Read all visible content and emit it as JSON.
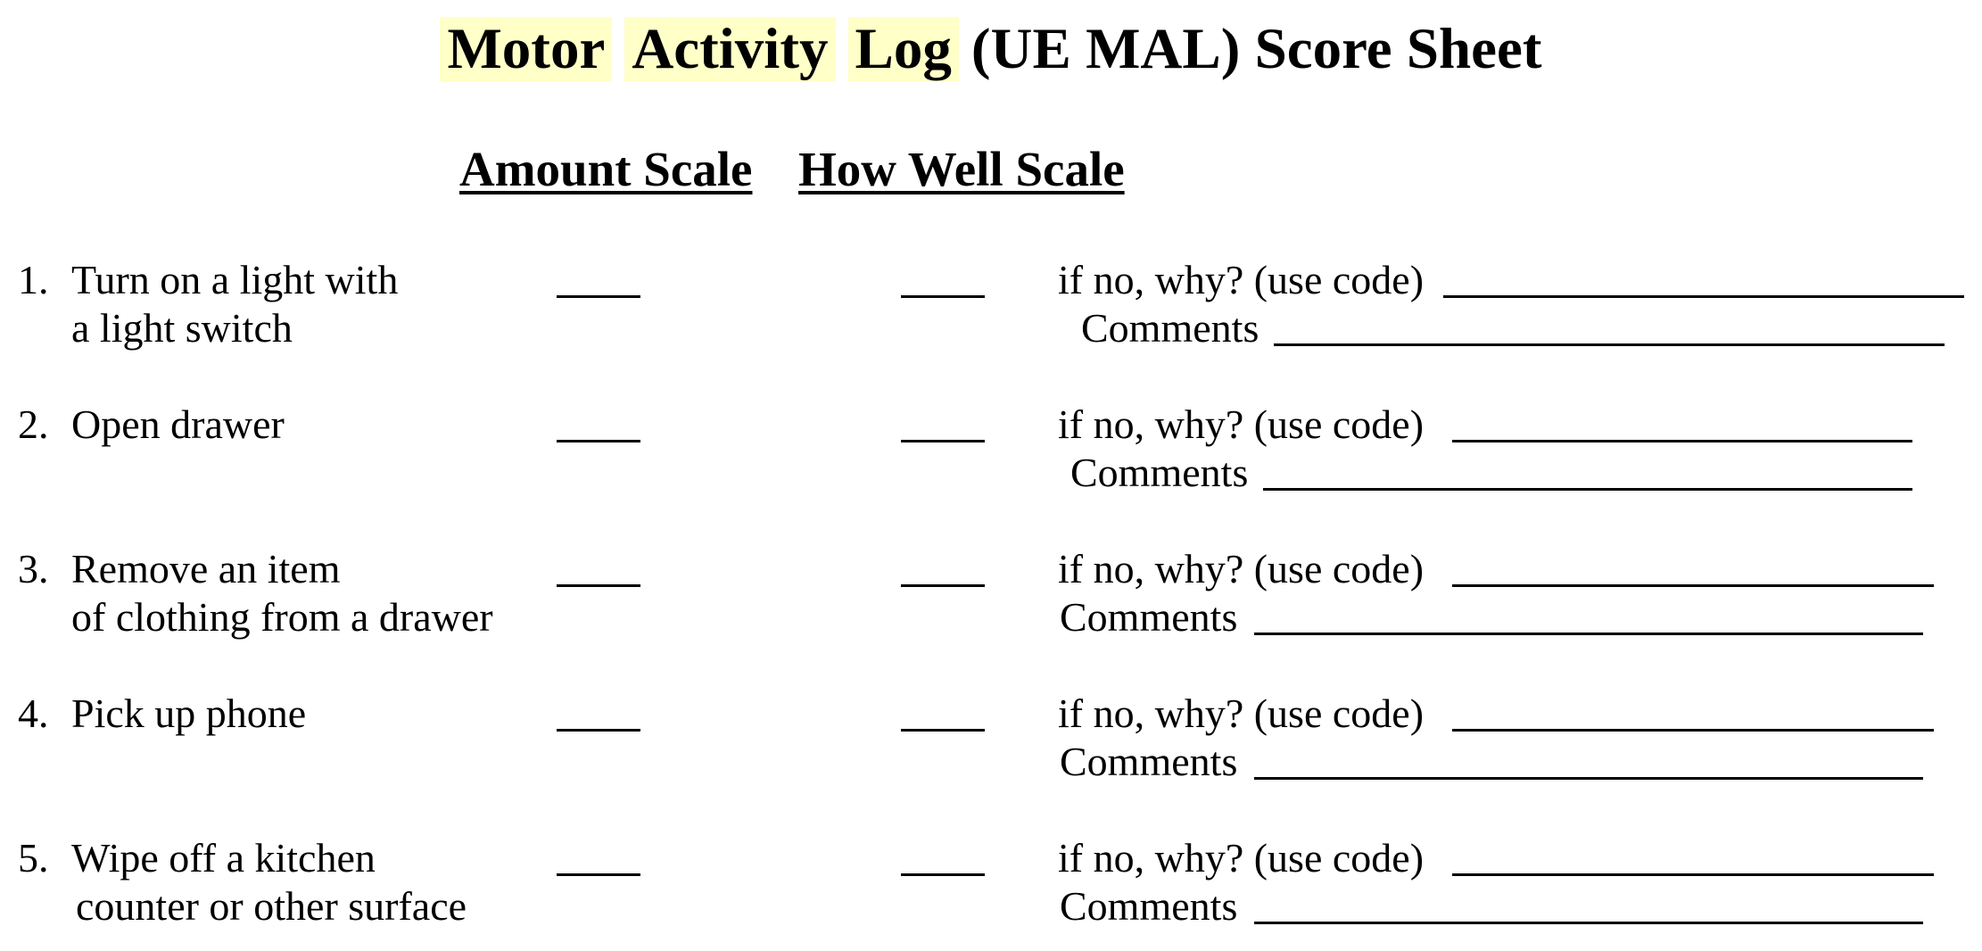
{
  "title": {
    "word1": "Motor",
    "word2": "Activity",
    "word3": "Log",
    "rest": "(UE MAL) Score Sheet",
    "highlight_color": "#ffffc8"
  },
  "scales": {
    "amount": "Amount Scale",
    "how_well": "How Well Scale"
  },
  "items": [
    {
      "number": "1.",
      "line1": "Turn on a light with",
      "line2": "a light switch",
      "why_label": "if no, why? (use code)",
      "comments_label": "Comments"
    },
    {
      "number": "2.",
      "line1": "Open drawer",
      "line2": "",
      "why_label": "if no, why? (use code)",
      "comments_label": "Comments"
    },
    {
      "number": "3.",
      "line1": "Remove an item",
      "line2": "of clothing from a drawer",
      "why_label": "if no, why? (use code)",
      "comments_label": "Comments"
    },
    {
      "number": "4.",
      "line1": "Pick up phone",
      "line2": "",
      "why_label": "if no, why? (use code)",
      "comments_label": "Comments"
    },
    {
      "number": "5.",
      "line1": "Wipe off a kitchen",
      "line2": "counter or other surface",
      "why_label": "if no, why? (use code)",
      "comments_label": "Comments"
    }
  ]
}
